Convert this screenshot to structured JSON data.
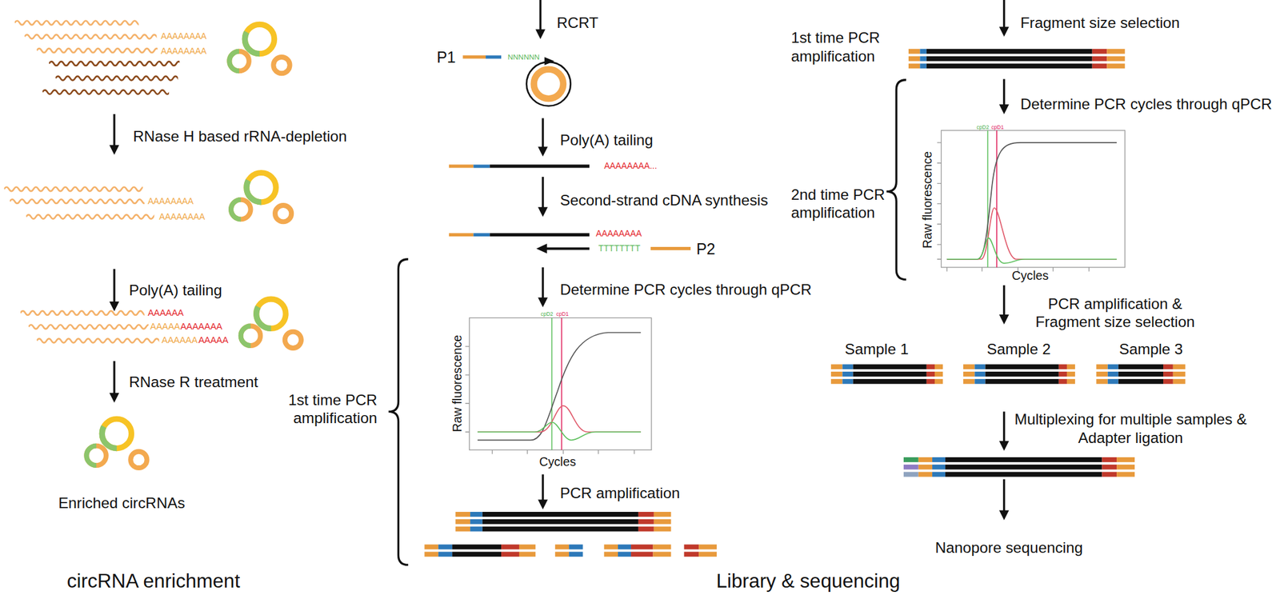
{
  "diagram": {
    "labels": [
      "AAAAAAAA",
      "AAAAAAAA",
      "RNase H based rRNA-depletion",
      "AAAAAAAA",
      "AAAAAAAA",
      "Poly(A) tailing",
      "AAAAAA",
      "AAAAA",
      "AAAAAAA",
      "AAAAAA",
      "AAAAA",
      "RNase R treatment",
      "Enriched circRNAs",
      "circRNA enrichment",
      "RCRT",
      "P1",
      "NNNNNN",
      "Poly(A) tailing",
      "AAAAAAAA...",
      "Second-strand cDNA synthesis",
      "AAAAAAAA",
      "TTTTTTTT",
      "P2",
      "Determine PCR cycles through qPCR",
      "cpD2",
      "cpD1",
      "Raw fluorescence",
      "Cycles",
      "1st time PCR amplification",
      "PCR amplification",
      "Library & sequencing",
      "Fragment size selection",
      "1st time PCR amplification",
      "Determine PCR cycles through qPCR",
      "cpD2",
      "cpD1",
      "Raw fluorescence",
      "Cycles",
      "2nd time PCR amplification",
      "PCR amplification & Fragment size selection",
      "Sample 1",
      "Sample 2",
      "Sample 3",
      "Multiplexing for multiple samples & Adapter ligation",
      "Nanopore sequencing"
    ]
  }
}
